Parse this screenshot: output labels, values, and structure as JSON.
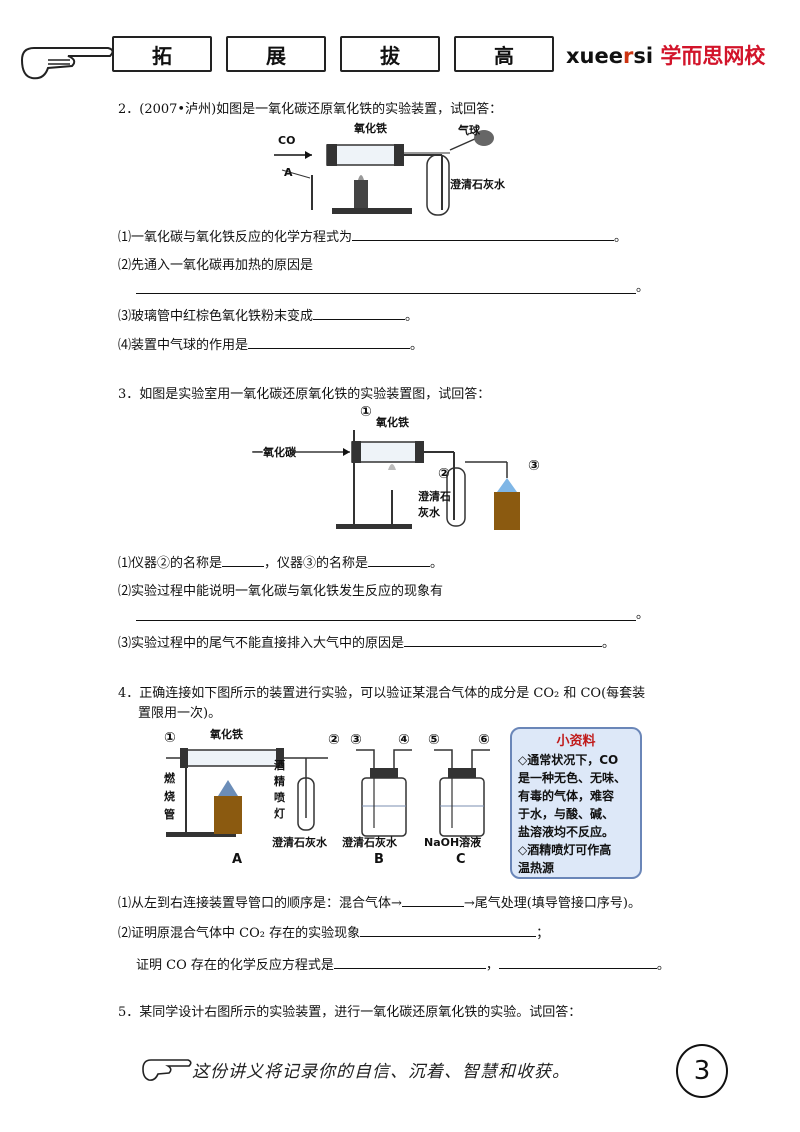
{
  "header": {
    "signs": [
      "拓",
      "展",
      "拔",
      "高"
    ],
    "brand_latin_1": "xuee",
    "brand_latin_2": "r",
    "brand_latin_3": "si",
    "brand_cn": "学而思网校"
  },
  "q2": {
    "title": "2．(2007•泸州)如图是一氧化碳还原氧化铁的实验装置，试回答：",
    "fig_labels": {
      "co": "CO",
      "a": "A",
      "fe2o3": "氧化铁",
      "balloon": "气球",
      "limewater": "澄清石灰水"
    },
    "p1": "⑴一氧化碳与氧化铁反应的化学方程式为",
    "p1_end": "。",
    "p2": "⑵先通入一氧化碳再加热的原因是",
    "p2_end": "。",
    "p3": "⑶玻璃管中红棕色氧化铁粉末变成",
    "p3_end": "。",
    "p4": "⑷装置中气球的作用是",
    "p4_end": "。"
  },
  "q3": {
    "title": "3．如图是实验室用一氧化碳还原氧化铁的实验装置图，试回答：",
    "fig_labels": {
      "n1": "①",
      "n2": "②",
      "n3": "③",
      "fe2o3": "氧化铁",
      "co": "一氧化碳",
      "lime1": "澄清石",
      "lime2": "灰水"
    },
    "p1a": "⑴仪器②的名称是",
    "p1b": "，仪器③的名称是",
    "p1_end": "。",
    "p2": "⑵实验过程中能说明一氧化碳与氧化铁发生反应的现象有",
    "p2_end": "。",
    "p3": "⑶实验过程中的尾气不能直接排入大气中的原因是",
    "p3_end": "。"
  },
  "q4": {
    "title_line1": "4．正确连接如下图所示的装置进行实验，可以验证某混合气体的成分是 CO₂ 和 CO(每套装",
    "title_line2": "置限用一次)。",
    "fig_labels": {
      "n1": "①",
      "n2": "②",
      "n3": "③",
      "n4": "④",
      "n5": "⑤",
      "n6": "⑥",
      "fe2o3": "氧化铁",
      "tube": [
        "燃",
        "烧",
        "管"
      ],
      "lamp": [
        "酒",
        "精",
        "喷",
        "灯"
      ],
      "lime_a": "澄清石灰水",
      "lime_b": "澄清石灰水",
      "naoh": "NaOH溶液",
      "a": "A",
      "b": "B",
      "c": "C"
    },
    "note": {
      "title": "小资料",
      "lines": [
        "◇通常状况下，CO",
        "是一种无色、无味、",
        "有毒的气体，难容",
        "于水，与酸、碱、",
        "盐溶液均不反应。",
        "◇酒精喷灯可作高",
        "温热源"
      ]
    },
    "p1a": "⑴从左到右连接装置导管口的顺序是：混合气体→",
    "p1b": "→尾气处理(填导管接口序号)。",
    "p2": "⑵证明原混合气体中 CO₂ 存在的实验现象",
    "p2_end": "；",
    "p3": "证明 CO 存在的化学反应方程式是",
    "p3_mid": "，",
    "p3_end": "。"
  },
  "q5": {
    "title": "5．某同学设计右图所示的实验装置，进行一氧化碳还原氧化铁的实验。试回答："
  },
  "footer": {
    "motto": "这份讲义将记录你的自信、沉着、智慧和收获。",
    "page": "3"
  }
}
